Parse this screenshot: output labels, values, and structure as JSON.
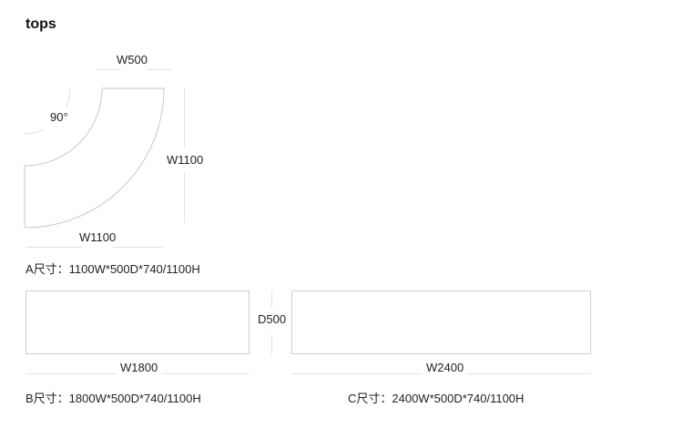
{
  "title": "tops",
  "colors": {
    "background": "#ffffff",
    "shape_outline": "#c9c9c9",
    "dimension_line": "#e3e3e3",
    "angle_arc": "#dedede",
    "text": "#222222",
    "title_text": "#111111"
  },
  "pieces": {
    "a": {
      "shape": "quarter-ring corner top",
      "angle_label": "90°",
      "dim_top": "W500",
      "dim_right": "W1100",
      "dim_bottom": "W1100",
      "caption": "A尺寸：1100W*500D*740/1100H"
    },
    "b": {
      "shape": "rectangular top",
      "dim_bottom": "W1800",
      "caption": "B尺寸：1800W*500D*740/1100H"
    },
    "c": {
      "shape": "rectangular top",
      "dim_bottom": "W2400",
      "caption": "C尺寸：2400W*500D*740/1100H"
    },
    "shared_depth_dim": "D500"
  }
}
